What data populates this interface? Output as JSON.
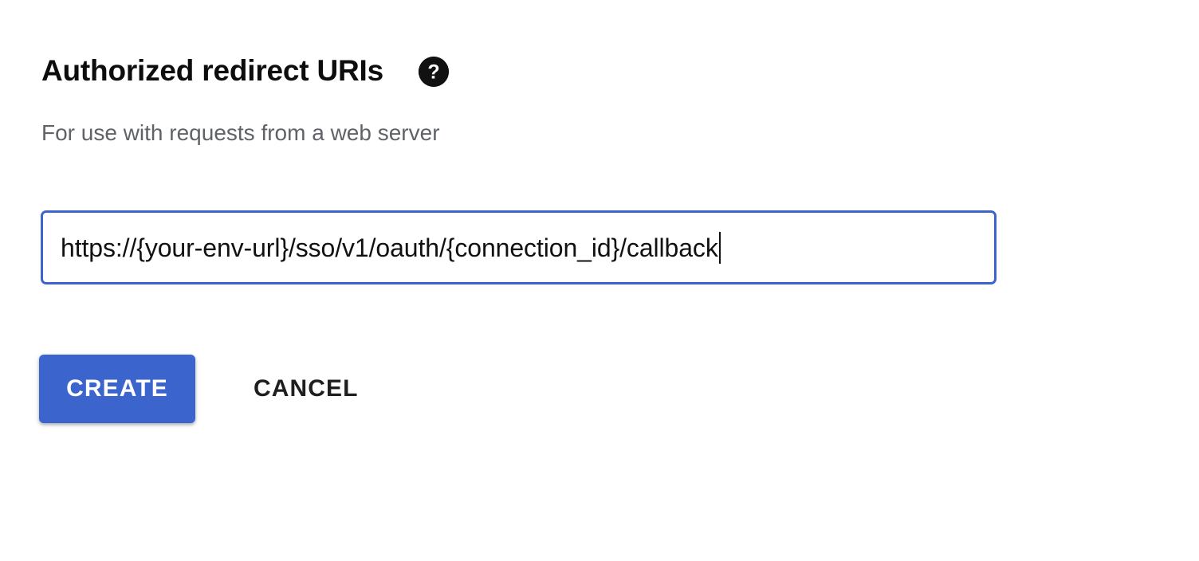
{
  "section": {
    "title": "Authorized redirect URIs",
    "help_icon": "help-circle-icon",
    "subtitle": "For use with requests from a web server"
  },
  "uri_field": {
    "value": "https://{your-env-url}/sso/v1/oauth/{connection_id}/callback",
    "placeholder": "https://",
    "focused": true,
    "caret_visible": true
  },
  "actions": {
    "create_label": "CREATE",
    "cancel_label": "CANCEL"
  },
  "colors": {
    "accent_blue": "#3b65cd",
    "field_border_focus": "#3b65cd",
    "title_text": "#0d0d0d",
    "subtitle_text": "#5f6368",
    "button_text": "#ffffff",
    "cancel_text": "#1f1f1f",
    "background": "#ffffff"
  }
}
